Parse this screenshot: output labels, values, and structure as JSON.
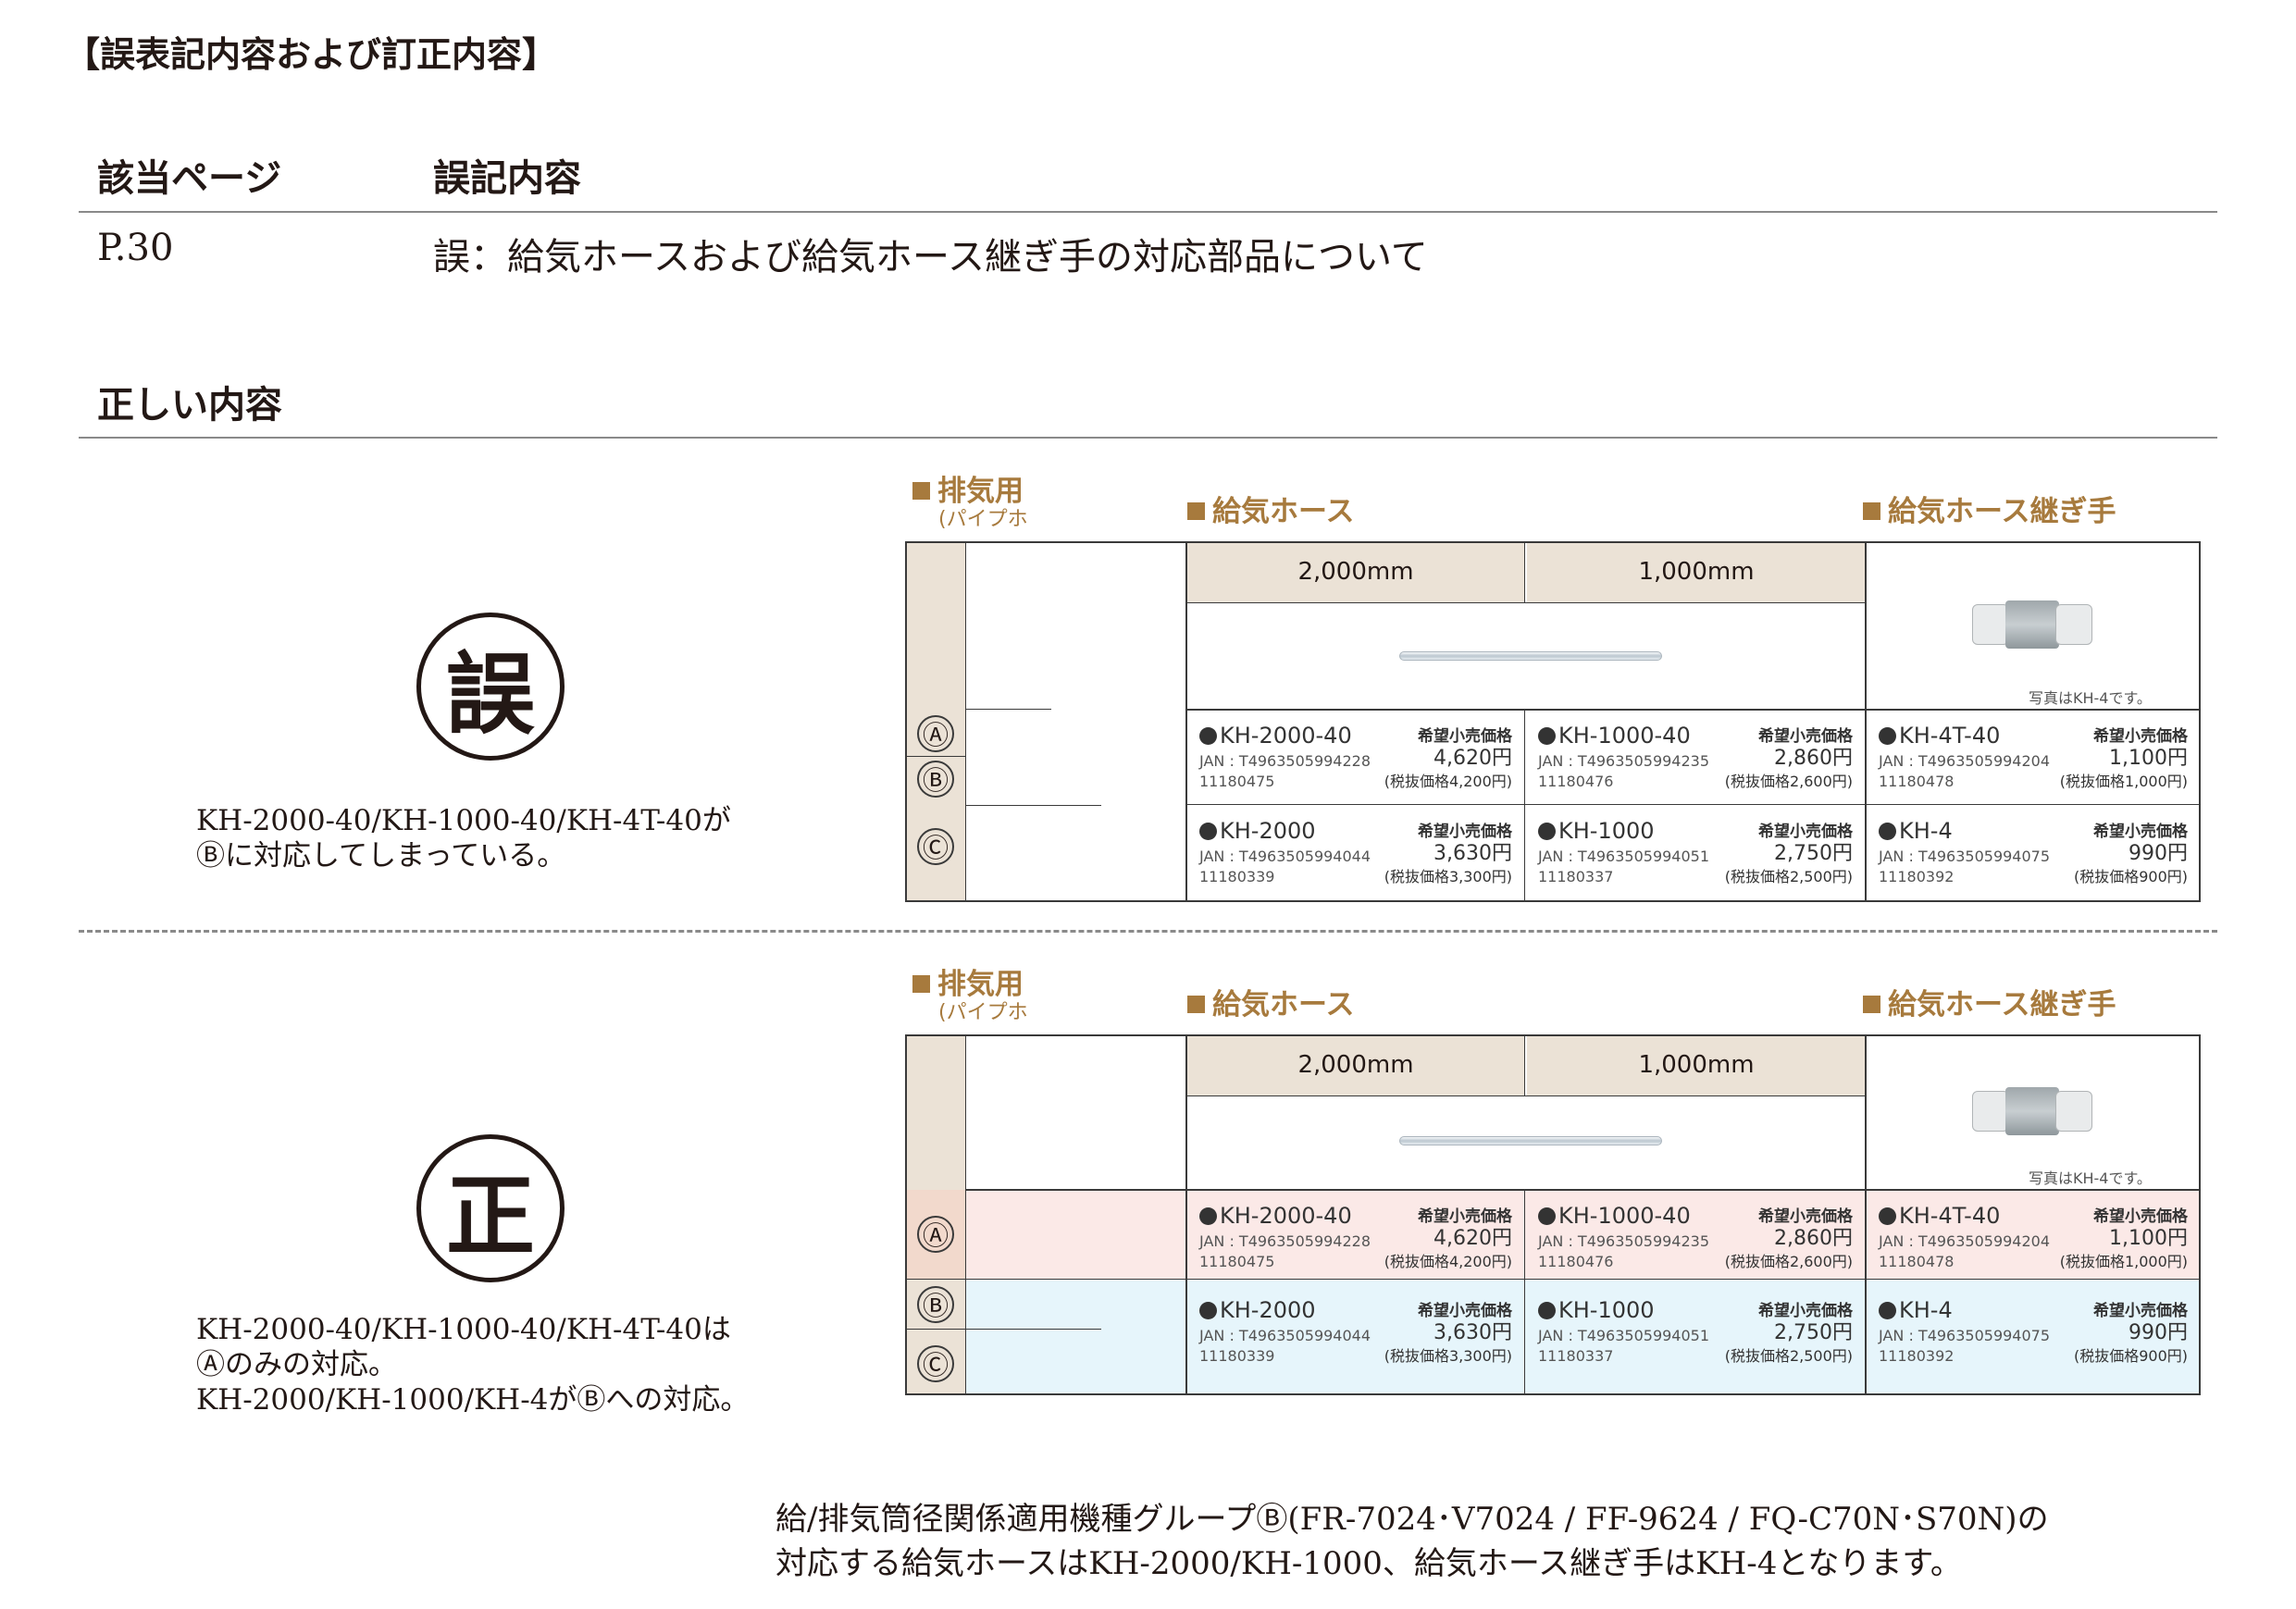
{
  "heading": "【誤表記内容および訂正内容】",
  "table": {
    "col_page": "該当ページ",
    "col_content": "誤記内容",
    "page_value": "P.30",
    "content_value": "誤：給気ホースおよび給気ホース継ぎ手の対応部品について"
  },
  "correct_title": "正しい内容",
  "wrong": {
    "stamp": "誤",
    "note_lines": [
      "KH-2000-40/KH-1000-40/KH-4T-40が",
      "Ⓑに対応してしまっている。"
    ]
  },
  "correct": {
    "stamp": "正",
    "note_lines": [
      "KH-2000-40/KH-1000-40/KH-4T-40は",
      "Ⓐのみの対応。",
      "KH-2000/KH-1000/KH-4がⒷへの対応。"
    ]
  },
  "panel": {
    "exhaust_label": "排気用",
    "exhaust_sub": "(パイプホ",
    "hose_label": "給気ホース",
    "joint_label": "給気ホース継ぎ手",
    "len_2000": "2,000mm",
    "len_1000": "1,000mm",
    "photo_note": "写真はKH-4です。",
    "letters": [
      "Ⓐ",
      "Ⓑ",
      "Ⓒ"
    ],
    "price_label": "希望小売価格",
    "products_top": [
      {
        "model": "KH-2000-40",
        "jan": "JAN : T4963505994228",
        "code": "11180475",
        "price": "4,620円",
        "tax": "(税抜価格4,200円)"
      },
      {
        "model": "KH-1000-40",
        "jan": "JAN : T4963505994235",
        "code": "11180476",
        "price": "2,860円",
        "tax": "(税抜価格2,600円)"
      },
      {
        "model": "KH-4T-40",
        "jan": "JAN : T4963505994204",
        "code": "11180478",
        "price": "1,100円",
        "tax": "(税抜価格1,000円)"
      }
    ],
    "products_bottom": [
      {
        "model": "KH-2000",
        "jan": "JAN : T4963505994044",
        "code": "11180339",
        "price": "3,630円",
        "tax": "(税抜価格3,300円)"
      },
      {
        "model": "KH-1000",
        "jan": "JAN : T4963505994051",
        "code": "11180337",
        "price": "2,750円",
        "tax": "(税抜価格2,500円)"
      },
      {
        "model": "KH-4",
        "jan": "JAN : T4963505994075",
        "code": "11180392",
        "price": "990円",
        "tax": "(税抜価格900円)"
      }
    ]
  },
  "footer_lines": [
    "給/排気筒径関係適用機種グループⒷ(FR-7024･V7024 / FF-9624 / FQ-C70N･S70N)の",
    "対応する給気ホースはKH-2000/KH-1000、給気ホース継ぎ手はKH-4となります。"
  ],
  "colors": {
    "accent": "#a77a3d",
    "header_beige": "#ebe2d6",
    "tint_pink": "#fbe9e7",
    "tint_blue": "#e6f5fb"
  }
}
